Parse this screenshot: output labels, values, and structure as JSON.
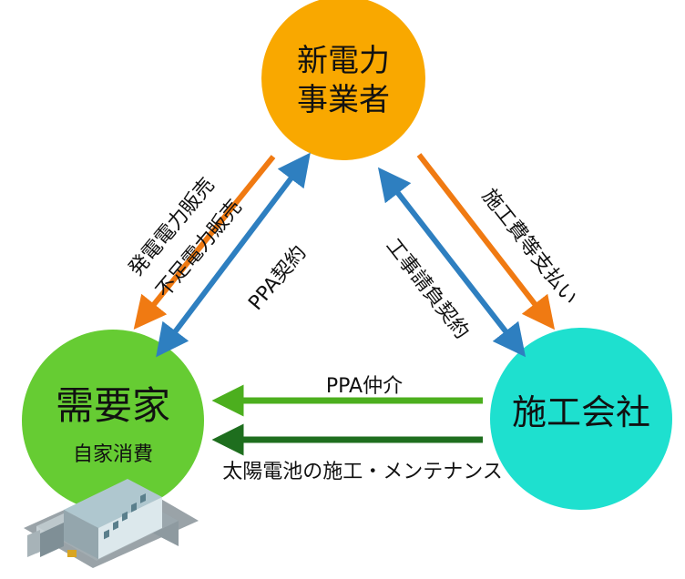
{
  "nodes": {
    "provider": {
      "line1": "新電力",
      "line2": "事業者",
      "color": "#F9A800"
    },
    "consumer": {
      "title": "需要家",
      "subtitle": "自家消費",
      "color": "#66CC33"
    },
    "contractor": {
      "title": "施工会社",
      "color": "#1EE0CF"
    }
  },
  "edges": {
    "sale_line1": "発電電力販売",
    "sale_line2": "不足電力販売",
    "ppa_contract": "PPA契約",
    "construction_contract": "工事請負契約",
    "payment": "施工費等支払い",
    "ppa_mediation": "PPA仲介",
    "installation": "太陽電池の施工・メンテナンス"
  },
  "colors": {
    "orange_arrow": "#F07A12",
    "blue_arrow": "#2E7FC0",
    "green_light": "#4CAF1E",
    "green_dark": "#1E6E1E"
  }
}
